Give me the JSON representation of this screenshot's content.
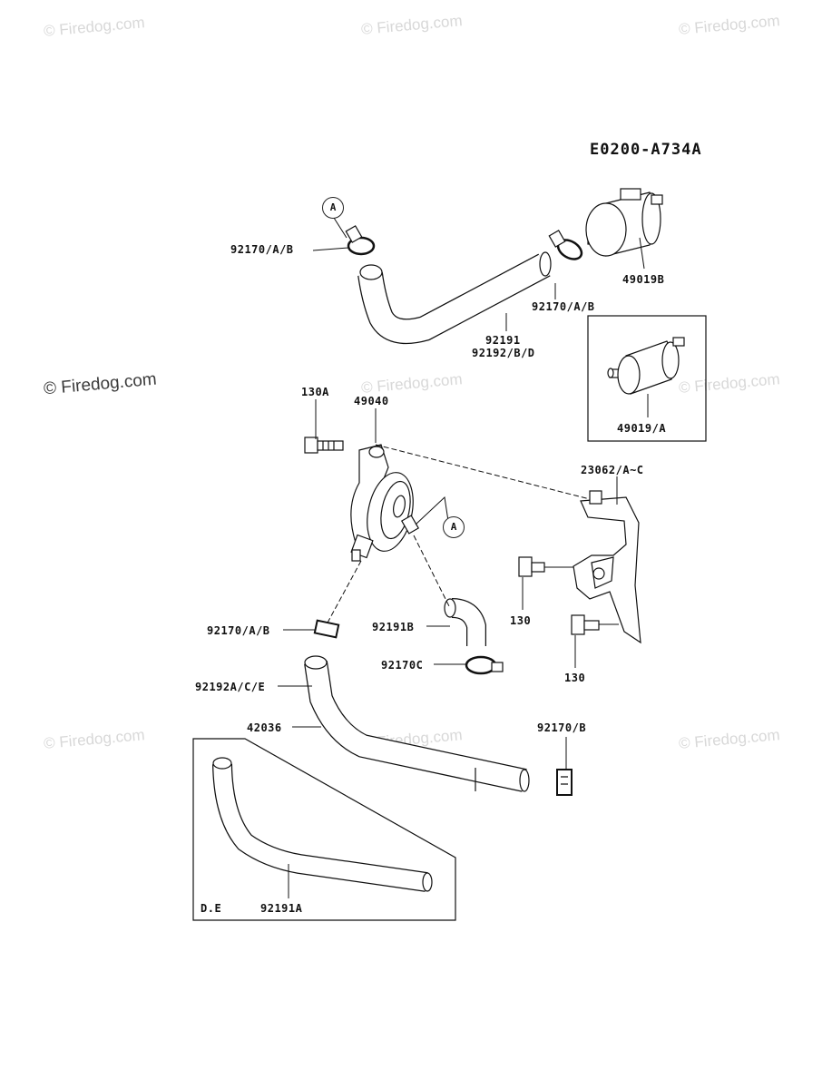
{
  "watermark": "© Firedog.com",
  "diagram_code": "E0200-A734A",
  "ref_marker": "A",
  "labels": {
    "clamp_top_left": "92170/A/B",
    "clamp_top_right": "92170/A/B",
    "filter_main": "49019B",
    "hose_top_1": "92191",
    "hose_top_2": "92192/B/D",
    "filter_alt": "49019/A",
    "bolt_130a": "130A",
    "fuel_pump": "49040",
    "bracket": "23062/A~C",
    "bolt_130_upper": "130",
    "bolt_130_lower": "130",
    "clamp_mid": "92170/A/B",
    "hose_92191b": "92191B",
    "clamp_92170c": "92170C",
    "hose_92192a": "92192A/C/E",
    "hose_42036": "42036",
    "clamp_bottom_right": "92170/B",
    "inset_tag": "D.E",
    "hose_92191a": "92191A"
  }
}
